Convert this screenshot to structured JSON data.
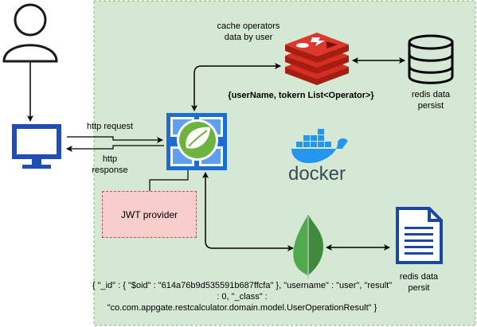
{
  "labels": {
    "cache_operators": "cache operators\ndata by user",
    "http_request": "http request",
    "http_response": "http\nresponse",
    "cache_payload": "{userName, tokern List<Operator>}",
    "redis_persist_top": "redis data\npersist",
    "redis_persist_bottom": "redis data\npersit",
    "jwt_provider": "JWT provider",
    "docker": "docker",
    "mongo_document": "{ \"_id\" : { \"$oid\" : \"614a76b9d535591b687ffcfa\" }, \"username\" : \"user\", \"result\" : 0, \"_class\" : \"co.com.appgate.restcalculator.domain.model.UserOperationResult\" }"
  },
  "colors": {
    "container_fill": "#d5e8d4",
    "container_border": "#82b366",
    "monitor": "#1f4fb4",
    "azure_blue": "#1c6dd0",
    "spring_green": "#6db33f",
    "redis_red": "#d82c20",
    "docker_blue": "#2496ed",
    "mongo_green": "#4fa94d",
    "document_blue": "#1a47a6",
    "jwt_fill": "#f8cecc",
    "jwt_border": "#b85450"
  },
  "icons": [
    "user-icon",
    "monitor-icon",
    "spring-app-icon",
    "redis-icon",
    "database-icon",
    "docker-icon",
    "mongodb-icon",
    "document-icon"
  ]
}
